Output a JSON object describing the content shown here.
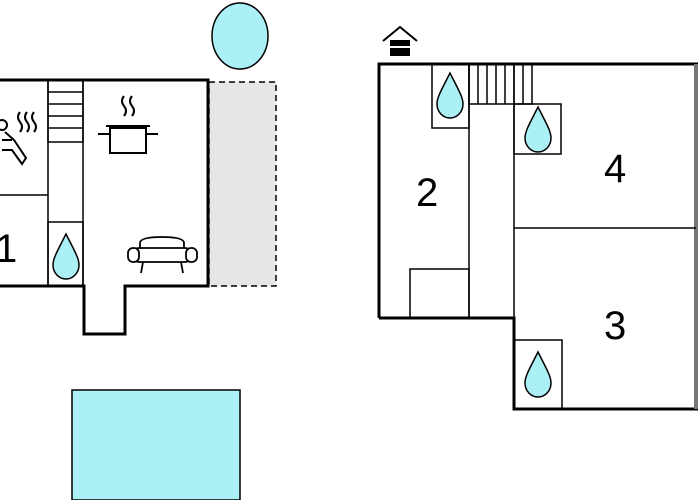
{
  "floorplan": {
    "rooms": [
      {
        "id": "1",
        "label": "1"
      },
      {
        "id": "2",
        "label": "2"
      },
      {
        "id": "3",
        "label": "3"
      },
      {
        "id": "4",
        "label": "4"
      }
    ],
    "icons": [
      "sauna-icon",
      "cooking-pot-icon",
      "sofa-icon",
      "bathroom-water-drop-icon",
      "staircase-icon",
      "house-entrance-icon",
      "pool-icon",
      "round-pool-icon",
      "terrace-icon"
    ]
  },
  "colors": {
    "water": "#aaf0f5",
    "terrace": "#e6e6e6",
    "walls": "#000000"
  }
}
